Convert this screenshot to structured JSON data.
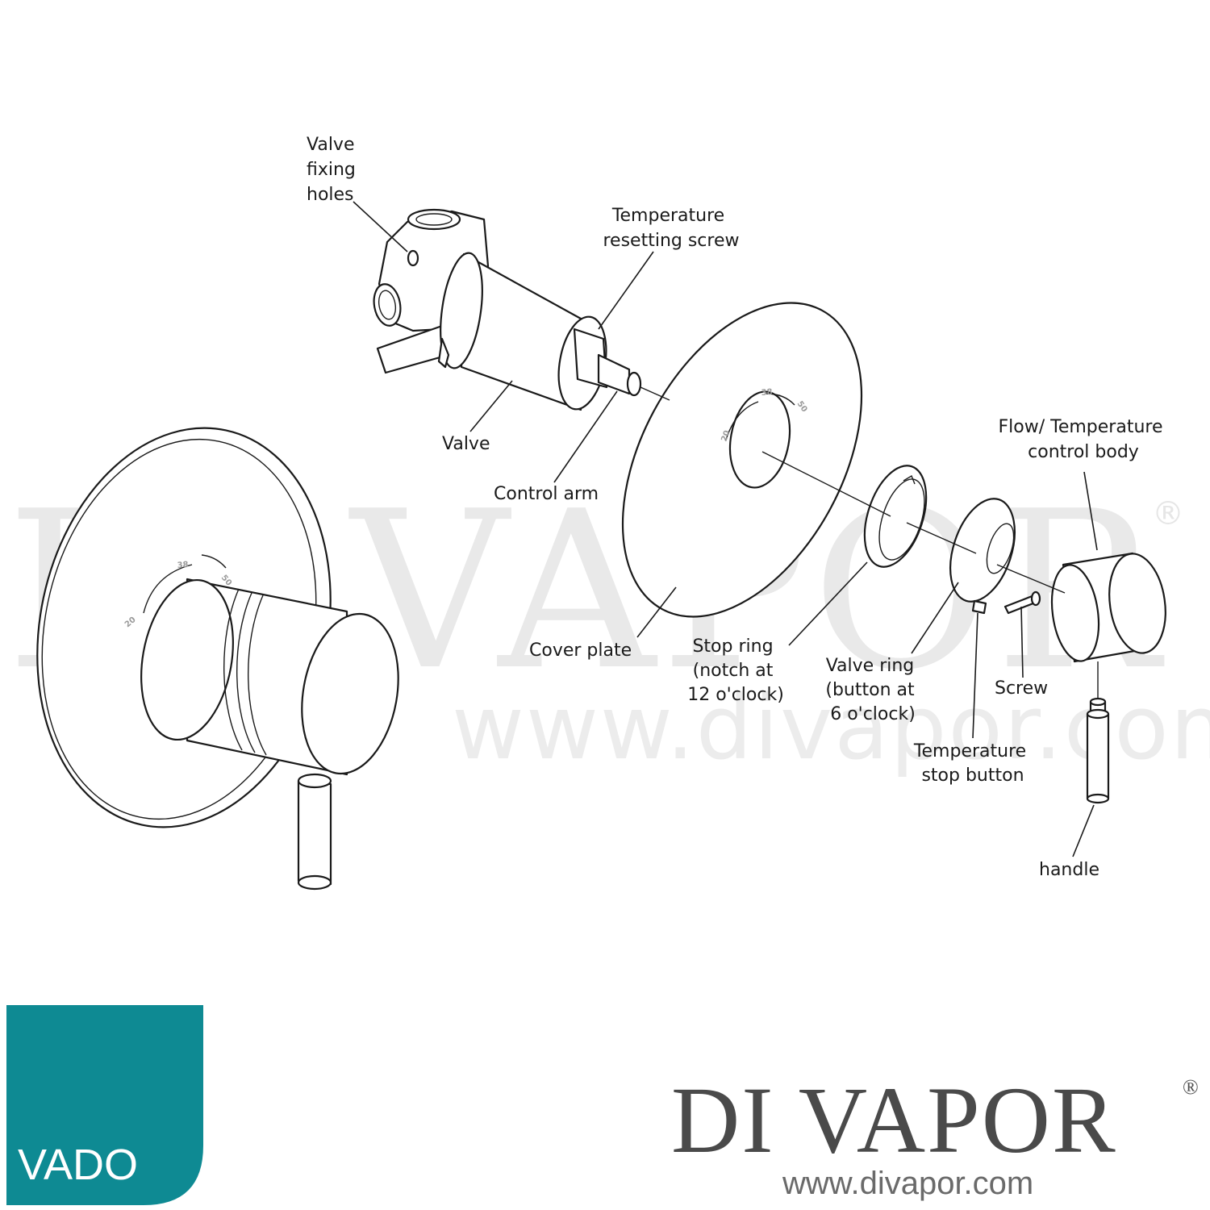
{
  "watermark": {
    "text": "DI VAPOR",
    "registered": "®",
    "url": "www.divapor.com"
  },
  "dial": [
    "20",
    "38",
    "50"
  ],
  "labels": {
    "valve_fixing_holes": [
      "Valve",
      "fixing",
      "holes"
    ],
    "temperature_resetting_screw": [
      "Temperature",
      "resetting screw"
    ],
    "valve": "Valve",
    "control_arm": "Control arm",
    "cover_plate": "Cover plate",
    "stop_ring": [
      "Stop ring",
      "(notch at",
      "12 o'clock)"
    ],
    "valve_ring": [
      "Valve ring",
      "(button at",
      "6 o'clock)"
    ],
    "temperature_stop_button": [
      "Temperature",
      "stop button"
    ],
    "screw": "Screw",
    "flow_temperature_control_body": [
      "Flow/ Temperature",
      "control body"
    ],
    "handle": "handle"
  },
  "brand": {
    "vado_logo": "VADO",
    "vado_color": "#0e8a93",
    "divapor_logo": "DI VAPOR",
    "divapor_registered": "®",
    "divapor_url": "www.divapor.com"
  }
}
